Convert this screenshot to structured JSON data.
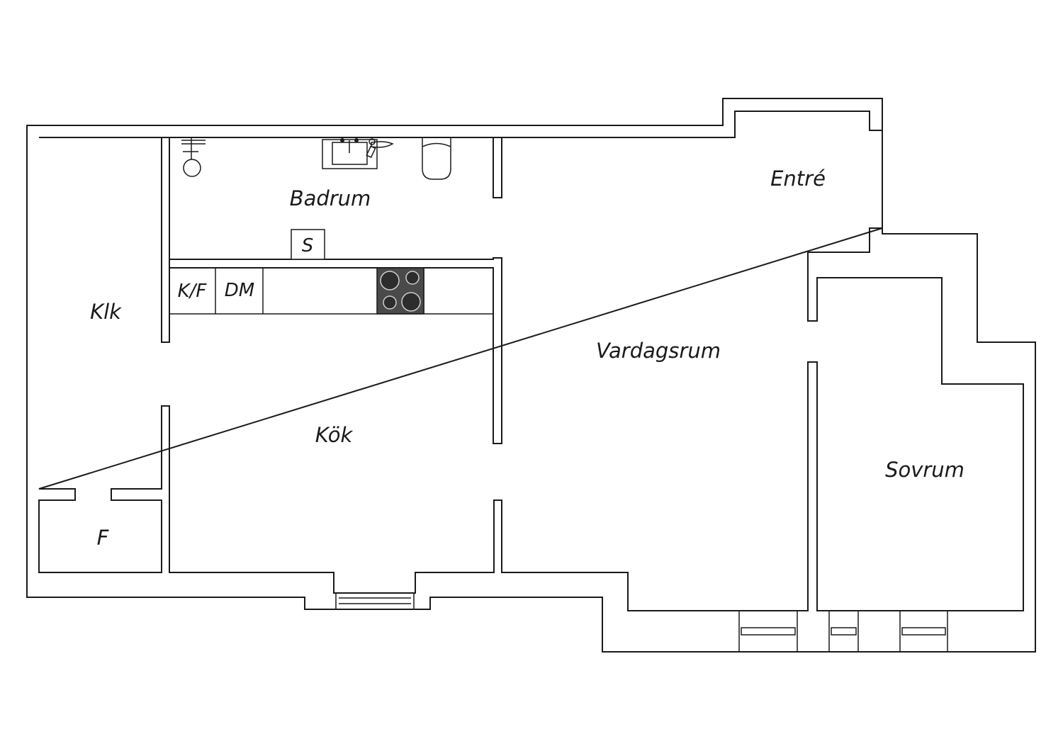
{
  "rooms": {
    "badrum": "Badrum",
    "entre": "Entré",
    "klk": "Klk",
    "kok": "Kök",
    "vardagsrum": "Vardagsrum",
    "sovrum": "Sovrum",
    "f": "F"
  },
  "fixtures": {
    "s": "S",
    "kf": "K/F",
    "dm": "DM"
  },
  "colors": {
    "lines": "#1a1a1a",
    "stove": "#4a4a4a"
  }
}
